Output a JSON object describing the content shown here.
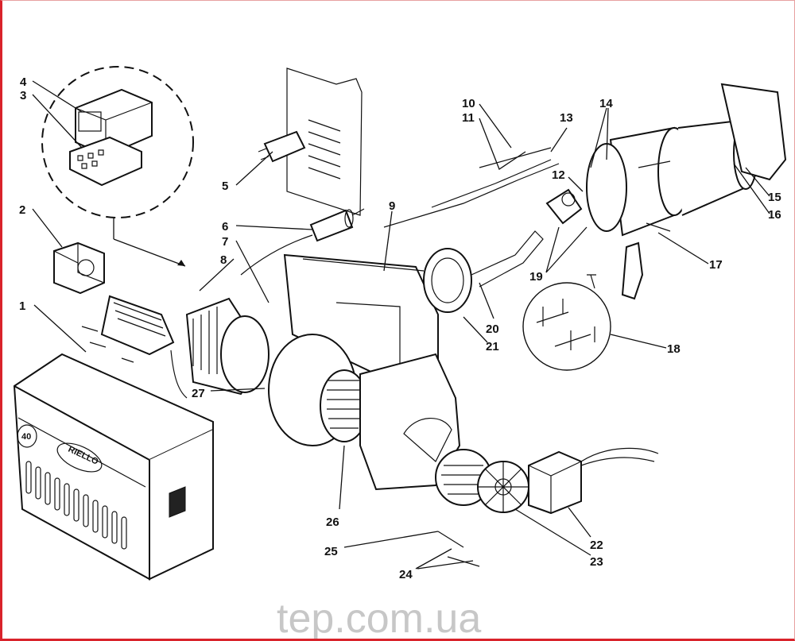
{
  "diagram": {
    "type": "exploded-parts-diagram",
    "brand_logo": "RIELLO",
    "model_badge": "40",
    "part_labels": [
      "1",
      "2",
      "3",
      "4",
      "5",
      "6",
      "7",
      "8",
      "9",
      "10",
      "11",
      "12",
      "13",
      "14",
      "15",
      "16",
      "17",
      "18",
      "19",
      "20",
      "21",
      "22",
      "23",
      "24",
      "25",
      "26",
      "27"
    ]
  },
  "watermark": "tep.com.ua",
  "colors": {
    "border": "#d9232b",
    "ink": "#111111",
    "watermark": "#9a9a9a"
  }
}
